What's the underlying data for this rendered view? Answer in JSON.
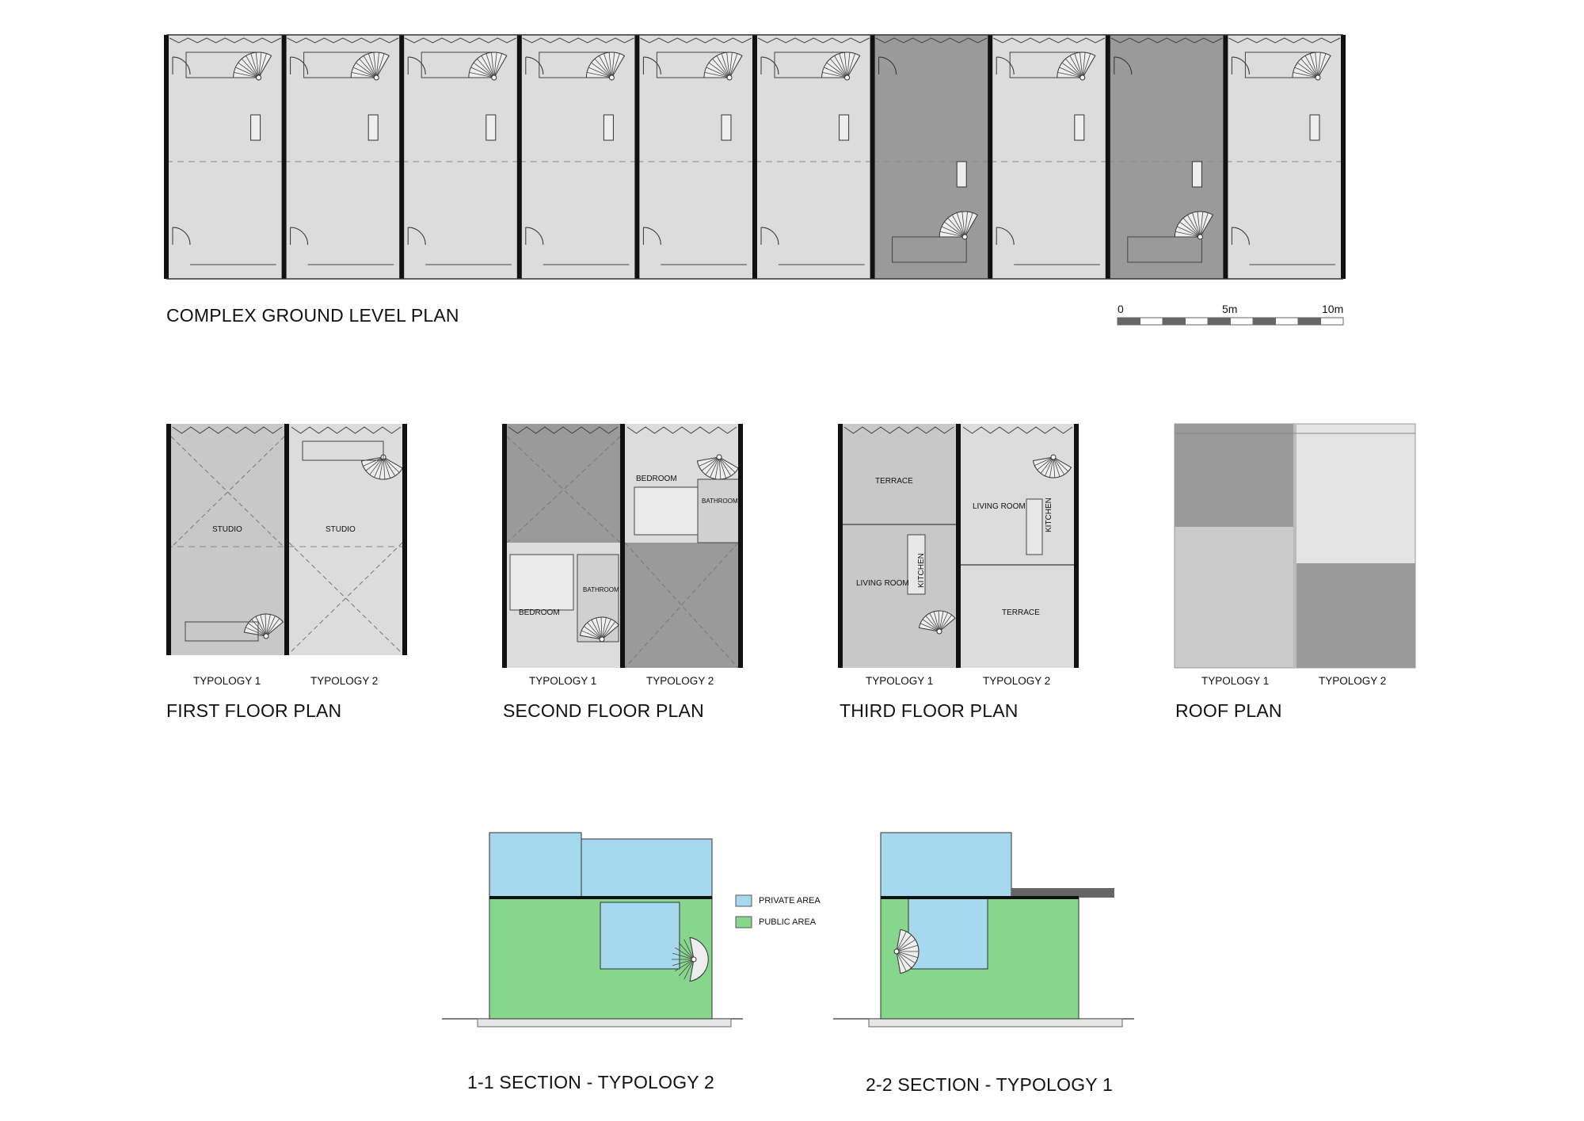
{
  "ground": {
    "title": "COMPLEX GROUND LEVEL PLAN",
    "units": 10,
    "dark_units": [
      6,
      8
    ]
  },
  "scale_bar": {
    "labels": [
      "0",
      "5m",
      "10m"
    ]
  },
  "floor_plans": [
    {
      "title": "FIRST FLOOR PLAN",
      "typologies": [
        "TYPOLOGY 1",
        "TYPOLOGY 2"
      ],
      "rooms": [
        "STUDIO",
        "STUDIO"
      ]
    },
    {
      "title": "SECOND FLOOR PLAN",
      "typologies": [
        "TYPOLOGY 1",
        "TYPOLOGY 2"
      ],
      "rooms": [
        "BEDROOM",
        "BATHROOM",
        "BEDROOM",
        "BATHROOM"
      ]
    },
    {
      "title": "THIRD FLOOR PLAN",
      "typologies": [
        "TYPOLOGY 1",
        "TYPOLOGY 2"
      ],
      "rooms": [
        "TERRACE",
        "LIVING ROOM",
        "KITCHEN",
        "LIVING ROOM",
        "KITCHEN",
        "TERRACE"
      ]
    },
    {
      "title": "ROOF PLAN",
      "typologies": [
        "TYPOLOGY 1",
        "TYPOLOGY 2"
      ],
      "rooms": []
    }
  ],
  "legend": {
    "private": "PRIVATE AREA",
    "public": "PUBLIC AREA",
    "private_color": "#a6d8ee",
    "public_color": "#86d68e"
  },
  "sections": [
    {
      "title": "1-1 SECTION - TYPOLOGY 2"
    },
    {
      "title": "2-2 SECTION - TYPOLOGY 1"
    }
  ],
  "colors": {
    "light_fill": "#dcdcdc",
    "mid_fill": "#c8c8c8",
    "dark_fill": "#9a9a9a",
    "wall": "#111111"
  }
}
